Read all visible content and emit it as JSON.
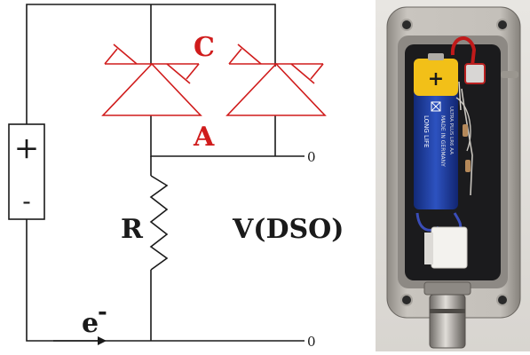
{
  "diagram": {
    "battery_plus": "+",
    "battery_minus": "-",
    "cathode_label": "C",
    "anode_label": "A",
    "resistor_label": "R",
    "output_label": "V(DSO)",
    "terminal_top": "0",
    "terminal_bottom": "0",
    "electron_label": "e",
    "electron_sup": "-",
    "colors": {
      "diode": "#d01c1c",
      "wire": "#1a1a1a"
    }
  },
  "photo": {
    "battery_plus": "+",
    "battery_brand": "LONG LIFE",
    "battery_made": "MADE IN GERMANY",
    "battery_model": "ULTRA  PLUS  LR6  AA",
    "colors": {
      "enclosure": "#b8b4ae",
      "battery": "#1f3fa0",
      "cap": "#f2c018"
    }
  }
}
